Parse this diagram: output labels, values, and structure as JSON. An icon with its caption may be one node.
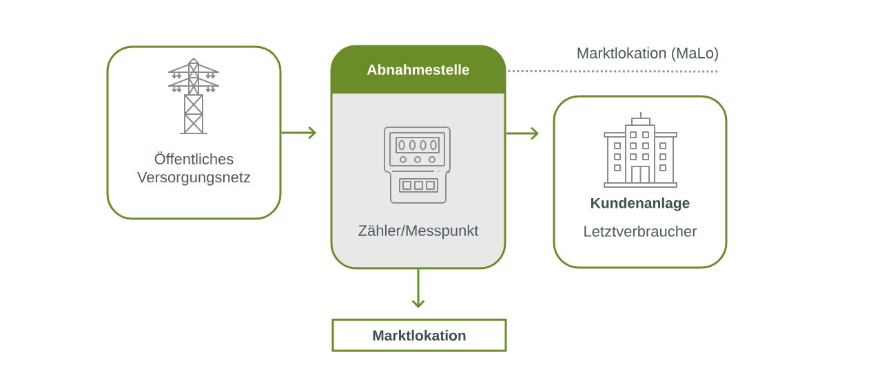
{
  "diagram": {
    "nodes": [
      {
        "text": [
          "Öffentliches Versorgungsnetz"
        ]
      },
      {
        "text": [
          "Abnahmestelle",
          "Zähler/Messpunkt"
        ]
      },
      {
        "text": [
          "Kundenanlage",
          "Letztverbraucher"
        ]
      },
      {
        "text": [
          "Marktlokation"
        ]
      }
    ],
    "edges": [
      {
        "from": 0,
        "to": 1,
        "arrow": "to"
      },
      {
        "from": 1,
        "to": 2,
        "arrow": "to"
      },
      {
        "from": 1,
        "to": 3,
        "arrow": "to"
      },
      {
        "from": 1,
        "to": null,
        "arrow": "none",
        "style": "dashed",
        "color": "#999999",
        "label": "Marktlokation (MaLo)"
      }
    ]
  }
}
